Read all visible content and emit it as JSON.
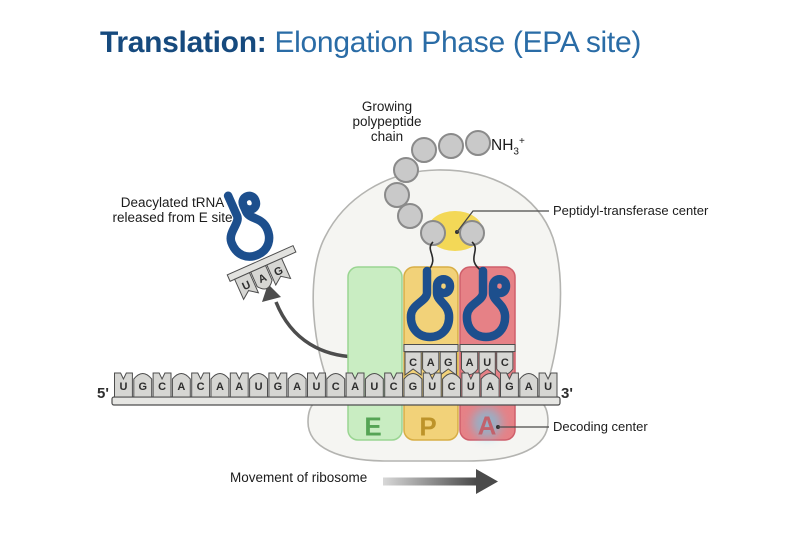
{
  "title": {
    "prefix": "Translation:",
    "rest": " Elongation Phase (EPA site)"
  },
  "labels": {
    "growing_chain_line1": "Growing",
    "growing_chain_line2": "polypeptide",
    "growing_chain_line3": "chain",
    "amino_terminus_base": "NH",
    "amino_terminus_sub": "3",
    "amino_terminus_sup": "+",
    "peptidyl_center": "Peptidyl-transferase center",
    "deacylated_line1": "Deacylated tRNA",
    "deacylated_line2": "released from E site",
    "decoding_center": "Decoding center",
    "movement": "Movement of ribosome",
    "five_prime": "5'",
    "three_prime": "3'"
  },
  "sites": {
    "e": {
      "label": "E"
    },
    "p": {
      "label": "P"
    },
    "a": {
      "label": "A"
    }
  },
  "mrna": {
    "sequence": [
      "U",
      "G",
      "C",
      "A",
      "C",
      "A",
      "A",
      "U",
      "G",
      "A",
      "U",
      "C",
      "A",
      "U",
      "C",
      "G",
      "U",
      "C",
      "U",
      "A",
      "G",
      "A",
      "U"
    ]
  },
  "anticodons": {
    "p": [
      "C",
      "A",
      "G"
    ],
    "a": [
      "A",
      "U",
      "C"
    ],
    "released": [
      "U",
      "A",
      "G"
    ]
  },
  "colors": {
    "title_bold": "#164a7e",
    "title_regular": "#2a6ca6",
    "site_e_fill": "#c9edc2",
    "site_e_stroke": "#9ad592",
    "site_e_text": "#55a455",
    "site_p_fill": "#f2d279",
    "site_p_stroke": "#d8ae45",
    "site_p_text": "#bd9329",
    "site_a_fill": "#e68186",
    "site_a_stroke": "#cf5f6b",
    "site_a_text": "#c2626c",
    "trna": "#1d4f8d",
    "ribosome_fill": "#f5f5f2",
    "ribosome_stroke": "#b4b4b1",
    "amino_fill": "#c9c9c9",
    "amino_stroke": "#8a8a8a",
    "ptc_highlight": "#f2d64e",
    "decoding_glow": "#66cdee",
    "nucleotide_fill": "#d6d6d3",
    "nucleotide_stroke": "#4e4e4e",
    "arrow": "#4d4d4d",
    "label_text": "#1c1c1c"
  }
}
